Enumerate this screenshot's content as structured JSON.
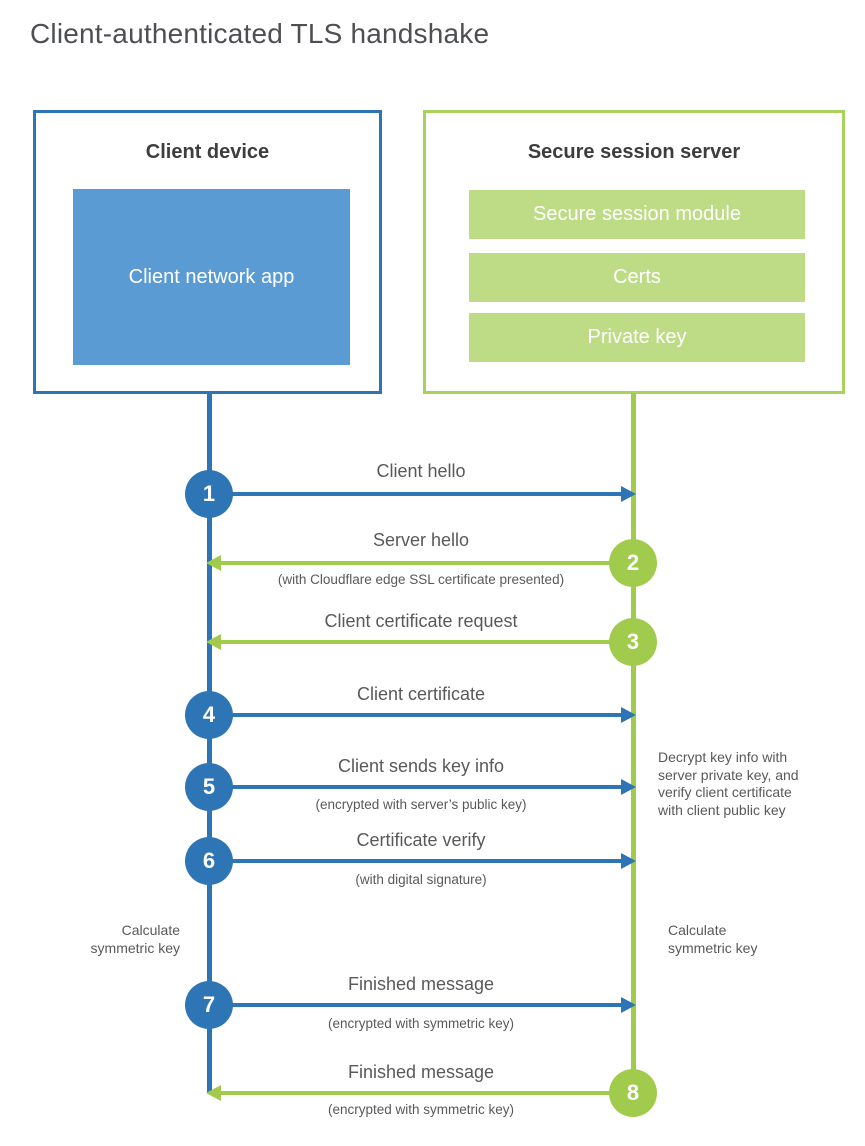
{
  "title": "Client-authenticated TLS handshake",
  "colors": {
    "blue": "#2e75b6",
    "blue-light": "#5b9bd3",
    "green": "#a0cb4c",
    "green-border": "#a7d35c",
    "green-light": "#bedc86",
    "text-dark": "#3d3d3d",
    "text-gray": "#58595b",
    "title-gray": "#4d4f53"
  },
  "client": {
    "title": "Client device",
    "app_label": "Client network app"
  },
  "server": {
    "title": "Secure session server",
    "modules": [
      "Secure session module",
      "Certs",
      "Private key"
    ]
  },
  "steps": [
    {
      "num": "1",
      "direction": "client-to-server",
      "label": "Client hello",
      "sub": ""
    },
    {
      "num": "2",
      "direction": "server-to-client",
      "label": "Server hello",
      "sub": "(with Cloudflare edge SSL certificate presented)"
    },
    {
      "num": "3",
      "direction": "server-to-client",
      "label": "Client certificate request",
      "sub": ""
    },
    {
      "num": "4",
      "direction": "client-to-server",
      "label": "Client certificate",
      "sub": ""
    },
    {
      "num": "5",
      "direction": "client-to-server",
      "label": "Client sends key info",
      "sub": "(encrypted with server’s public key)"
    },
    {
      "num": "6",
      "direction": "client-to-server",
      "label": "Certificate verify",
      "sub": "(with digital signature)"
    },
    {
      "num": "7",
      "direction": "client-to-server",
      "label": "Finished message",
      "sub": "(encrypted with symmetric key)"
    },
    {
      "num": "8",
      "direction": "server-to-client",
      "label": "Finished message",
      "sub": "(encrypted with symmetric key)"
    }
  ],
  "annotations": {
    "left_calculate": "Calculate symmetric key",
    "right_decrypt": "Decrypt key info with server private key, and verify client certificate with client public key",
    "right_calculate": "Calculate symmetric key"
  }
}
